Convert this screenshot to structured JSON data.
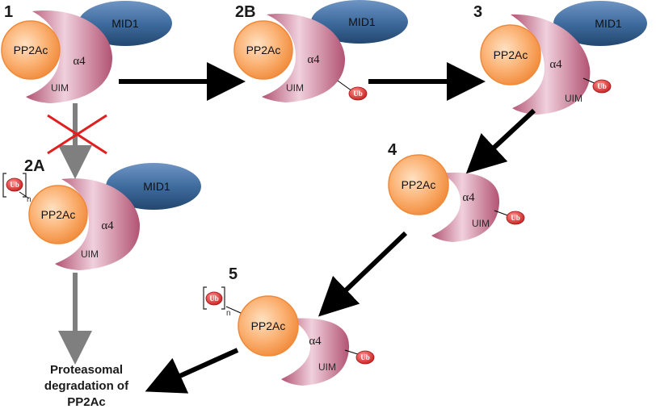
{
  "steps": {
    "s1": "1",
    "s2b": "2B",
    "s3": "3",
    "s2a": "2A",
    "s4": "4",
    "s5": "5"
  },
  "proteins": {
    "mid1": "MID1",
    "pp2ac": "PP2Ac",
    "alpha4": "α4",
    "uim": "UIM",
    "ub": "Ub",
    "n": "n"
  },
  "outcome": {
    "line1": "Proteasomal",
    "line2": "degradation of",
    "line3": "PP2Ac"
  },
  "colors": {
    "mid1": "#3e6b9e",
    "pp2ac": "#f5a25c",
    "alpha4": "#c76f8c",
    "ub": "#e04545",
    "arrow_black": "#000000",
    "arrow_gray": "#7f7f7f",
    "cross": "#e02020"
  }
}
